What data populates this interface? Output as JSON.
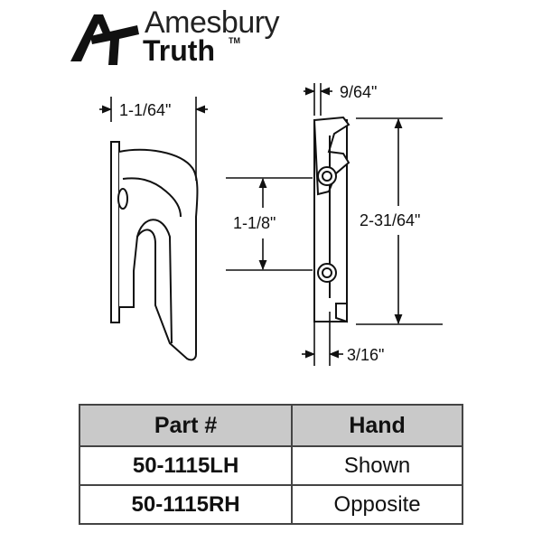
{
  "brand": {
    "line1": "Amesbury",
    "line2": "Truth",
    "trademark": "TM",
    "logo_icon": "amesbury-truth-at-logo"
  },
  "dimensions": {
    "width_side": "1-1/64\"",
    "top_offset": "9/64\"",
    "hole_spacing": "1-1/8\"",
    "overall_height": "2-31/64\"",
    "base_thickness": "3/16\""
  },
  "table": {
    "headers": [
      "Part #",
      "Hand"
    ],
    "rows": [
      {
        "part": "50-1115LH",
        "hand": "Shown"
      },
      {
        "part": "50-1115RH",
        "hand": "Opposite"
      }
    ]
  },
  "colors": {
    "header_bg": "#c9c9c9",
    "border": "#444444",
    "line": "#111111"
  }
}
